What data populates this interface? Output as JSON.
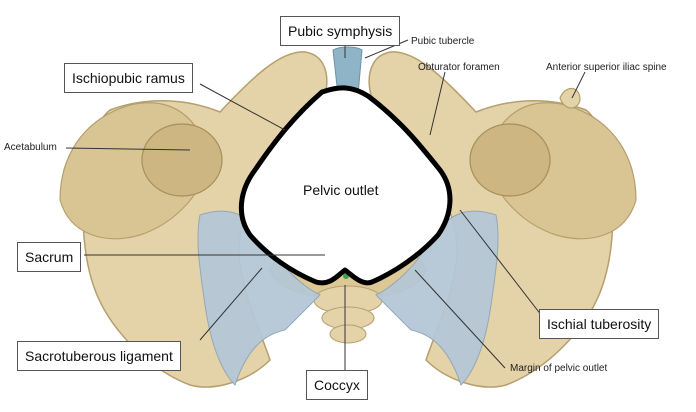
{
  "diagram": {
    "boxed_labels": {
      "pubic_symphysis": "Pubic symphysis",
      "ischiopubic_ramus": "Ischiopubic ramus",
      "sacrum": "Sacrum",
      "sacrotuberous_ligament": "Sacrotuberous ligament",
      "coccyx": "Coccyx",
      "ischial_tuberosity": "Ischial tuberosity"
    },
    "small_labels": {
      "pubic_tubercle": "Pubic tubercle",
      "obturator_foramen": "Obturator foramen",
      "anterior_superior_iliac_spine": "Anterior superior iliac spine",
      "acetabulum": "Acetabulum",
      "margin_of_pelvic_outlet": "Margin of pelvic outlet"
    },
    "center_label": "Pelvic outlet",
    "colors": {
      "bone": "#e4d3a8",
      "bone_shadow": "#b59f6d",
      "ligament": "#b5c7d6",
      "cartilage": "#8fb3c7",
      "outline": "#000000",
      "coccyx_tip": "#3aa34a"
    }
  }
}
